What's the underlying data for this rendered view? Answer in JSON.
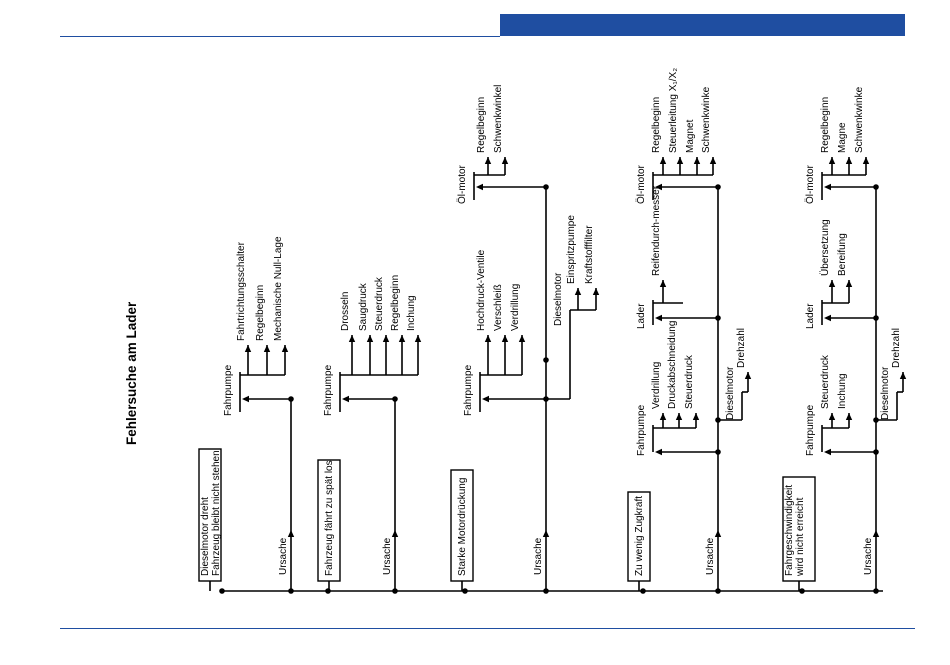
{
  "title": "Fehlersuche am Lader",
  "accent_color": "#1f4ea1",
  "faults": [
    {
      "lines": [
        "Dieselmotor dreht",
        "Fahrzeug bleibt nicht stehen"
      ],
      "ursache": "Ursache",
      "groups": [
        {
          "label": "Fahrpumpe",
          "items": [
            "Fahrtrichtungsschalter",
            "Regelbeginn",
            "Mechanische Null-Lage"
          ]
        }
      ]
    },
    {
      "lines": [
        "Fahrzeug fährt zu spät los"
      ],
      "ursache": "Ursache",
      "groups": [
        {
          "label": "Fahrpumpe",
          "items": [
            "Drosseln",
            "Saugdruck",
            "Steuerdruck",
            "Regelbeginn",
            "Inchung"
          ]
        }
      ]
    },
    {
      "lines": [
        "Starke Motordrückung"
      ],
      "ursache": "Ursache",
      "groups": [
        {
          "label": "Fahrpumpe",
          "items": [
            "Hochdruck-Ventile",
            "Verschleiß",
            "Verdrillung"
          ]
        },
        {
          "label": "Dieselmotor",
          "items": [
            "Einspritzpumpe",
            "Kraftstofffilter"
          ]
        },
        {
          "label": "Öl-motor",
          "items": [
            "Regelbeginn",
            "Schwenkwinkel"
          ]
        }
      ]
    },
    {
      "lines": [
        "Zu wenig Zugkraft"
      ],
      "ursache": "Ursache",
      "groups": [
        {
          "label": "Fahrpumpe",
          "items": [
            "Verdrillung",
            "Druckabschneidung",
            "Steuerdruck"
          ]
        },
        {
          "label": "Dieselmotor",
          "items": [
            "Drehzahl"
          ]
        },
        {
          "label": "Lader",
          "items": [
            "Reifendurch-messer"
          ]
        },
        {
          "label": "Öl-motor",
          "items": [
            "Regelbeginn",
            "Steuerleitung X₁/X₂",
            "Magnet",
            "Schwenkwinke"
          ]
        }
      ]
    },
    {
      "lines": [
        "Fahrgeschwindigkeit",
        "wird nicht erreicht"
      ],
      "ursache": "Ursache",
      "groups": [
        {
          "label": "Fahrpumpe",
          "items": [
            "Steuerdruck",
            "Inchung"
          ]
        },
        {
          "label": "Dieselmotor",
          "items": [
            "Drehzahl"
          ]
        },
        {
          "label": "Lader",
          "items": [
            "Übersetzung",
            "Bereifung"
          ]
        },
        {
          "label": "Öl-motor",
          "items": [
            "Regelbeginn",
            "Magne",
            "Schwenkwinke"
          ]
        }
      ]
    }
  ]
}
